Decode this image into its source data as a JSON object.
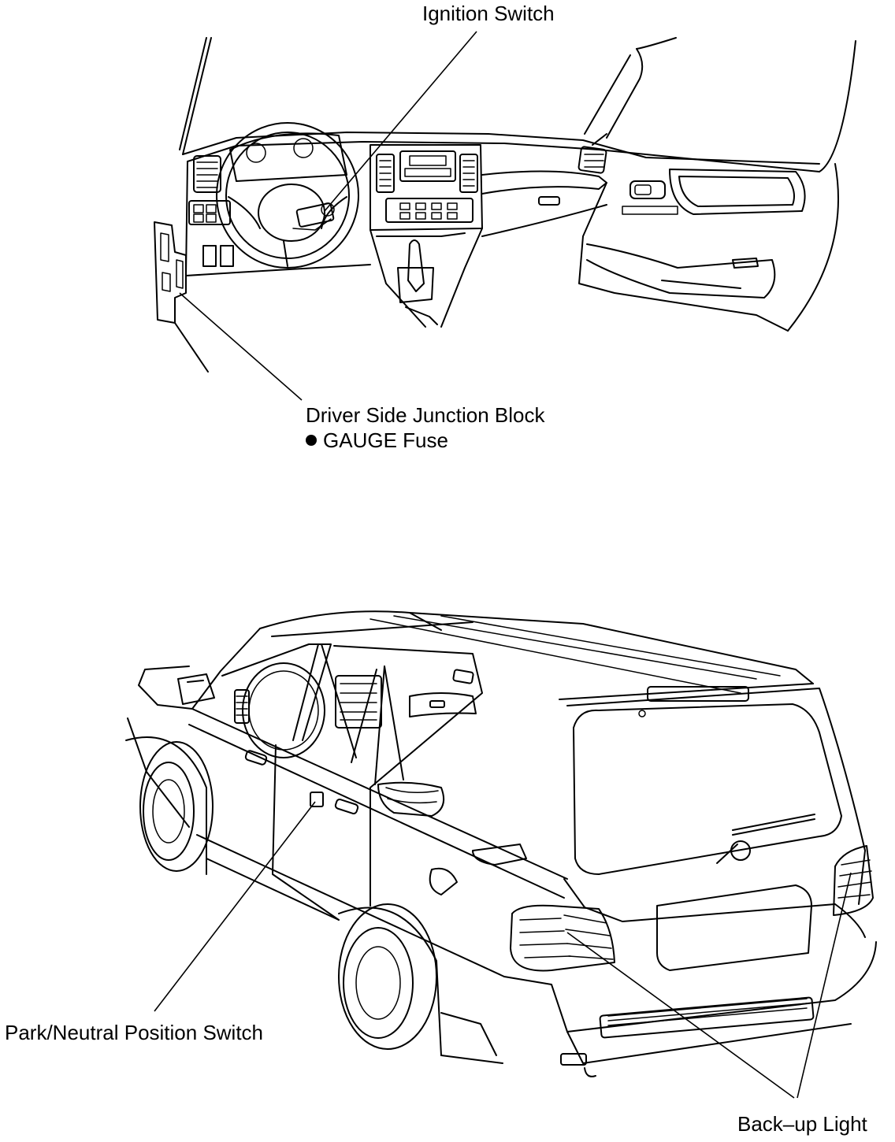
{
  "labels": {
    "ignition_switch": "Ignition Switch",
    "driver_side_junction_block": "Driver Side Junction Block",
    "gauge_fuse": "GAUGE Fuse",
    "park_neutral_position_switch": "Park/Neutral Position Switch",
    "back_up_light": "Back–up Light"
  },
  "colors": {
    "line": "#000000",
    "background": "#ffffff"
  }
}
